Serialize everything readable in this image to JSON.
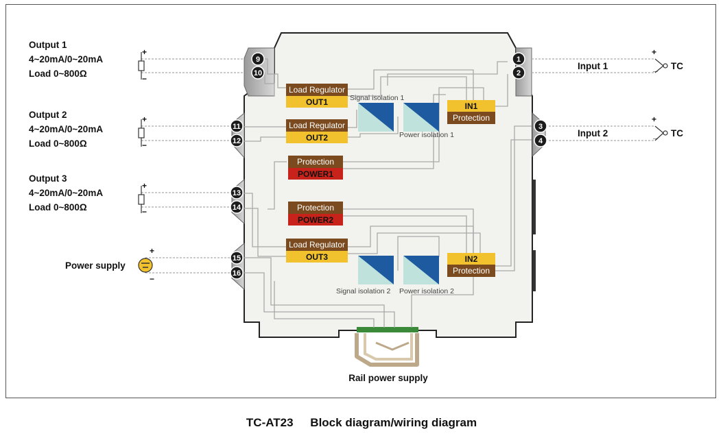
{
  "outputs": [
    {
      "title": "Output 1",
      "range": "4~20mA/0~20mA",
      "load": "Load 0~800Ω",
      "terminals": [
        "9",
        "10"
      ]
    },
    {
      "title": "Output 2",
      "range": "4~20mA/0~20mA",
      "load": "Load 0~800Ω",
      "terminals": [
        "11",
        "12"
      ]
    },
    {
      "title": "Output 3",
      "range": "4~20mA/0~20mA",
      "load": "Load 0~800Ω",
      "terminals": [
        "13",
        "14"
      ]
    }
  ],
  "power_supply": {
    "label": "Power supply",
    "terminals": [
      "15",
      "16"
    ]
  },
  "inputs": [
    {
      "label": "Input 1",
      "sensor": "TC",
      "terminals": [
        "1",
        "2"
      ]
    },
    {
      "label": "Input 2",
      "sensor": "TC",
      "terminals": [
        "3",
        "4"
      ]
    }
  ],
  "signs": {
    "plus": "+",
    "minus": "−",
    "minus_alt": "_"
  },
  "blocks": {
    "load_regulator": "Load Regulator",
    "out1": "OUT1",
    "out2": "OUT2",
    "out3": "OUT3",
    "protection": "Protection",
    "power1": "POWER1",
    "power2": "POWER2",
    "in1": "IN1",
    "in2": "IN2"
  },
  "isolation": {
    "signal1": "Signal isolation 1",
    "power1": "Power isolation 1",
    "signal2": "Signal isolation 2",
    "power2": "Power isolation 2"
  },
  "rail": {
    "label": "Rail power supply"
  },
  "caption": {
    "model": "TC-AT23",
    "title": "Block diagram/wiring diagram"
  },
  "colors": {
    "brown": "#7b4a1f",
    "yellow": "#f2c12e",
    "red": "#c8231a",
    "housing": "#f2f2ee",
    "terminal": "#1c1c1c",
    "wire": "#a9a9a9"
  }
}
